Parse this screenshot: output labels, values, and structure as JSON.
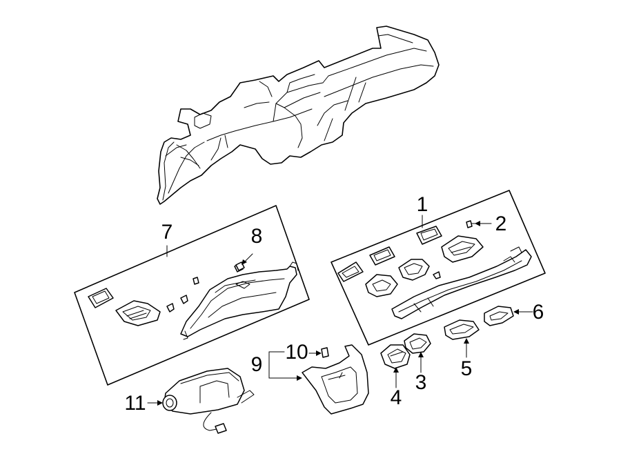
{
  "callouts": {
    "c1": "1",
    "c2": "2",
    "c3": "3",
    "c4": "4",
    "c5": "5",
    "c6": "6",
    "c7": "7",
    "c8": "8",
    "c9": "9",
    "c10": "10",
    "c11": "11"
  },
  "colors": {
    "line": "#000000",
    "background": "#ffffff",
    "shade": "#d9d9d9"
  }
}
